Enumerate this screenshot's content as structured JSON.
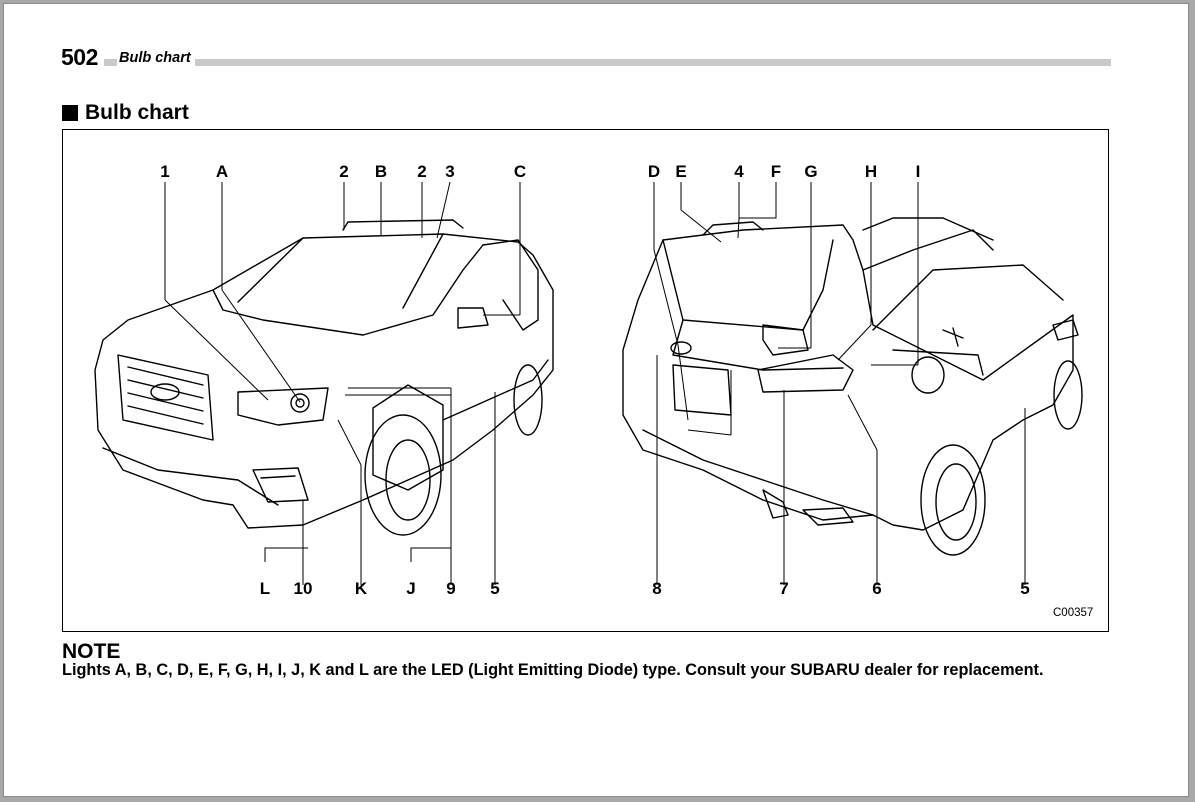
{
  "header": {
    "page_number": "502",
    "title": "Bulb chart"
  },
  "section": {
    "title": "Bulb chart"
  },
  "figure": {
    "code": "C00357",
    "front_view_callouts": [
      "1",
      "A",
      "2",
      "B",
      "2",
      "3",
      "C",
      "L",
      "10",
      "K",
      "J",
      "9",
      "5"
    ],
    "rear_view_callouts": [
      "D",
      "E",
      "4",
      "F",
      "G",
      "H",
      "I",
      "8",
      "7",
      "6",
      "5"
    ]
  },
  "note": {
    "heading": "NOTE",
    "text": "Lights A, B, C, D, E, F, G, H, I, J, K and L are the LED (Light Emitting Diode) type. Consult your SUBARU dealer for replacement."
  }
}
